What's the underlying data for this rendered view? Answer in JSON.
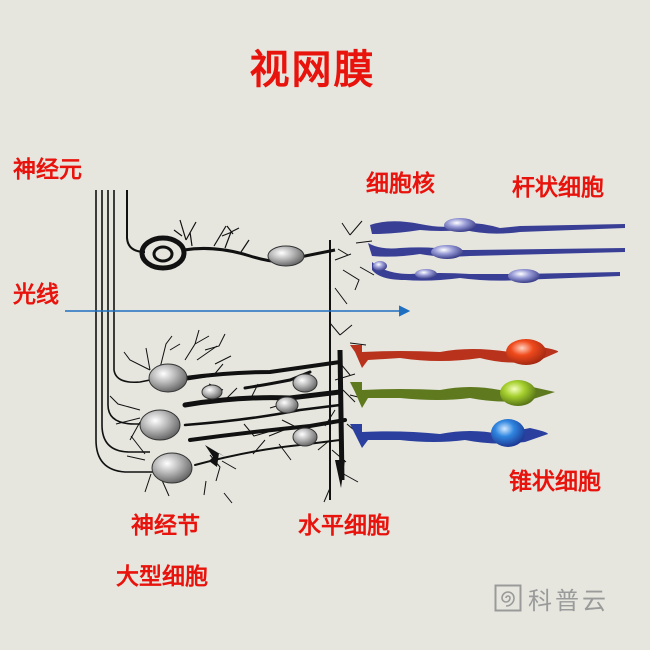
{
  "title": "视网膜",
  "labels": {
    "neuron": "神经元",
    "light": "光线",
    "nucleus": "细胞核",
    "rod_cell": "杆状细胞",
    "cone_cell": "锥状细胞",
    "ganglion_line1": "神经节",
    "ganglion_line2": "大型细胞",
    "horizontal_cell": "水平细胞"
  },
  "watermark": {
    "text": "科普云",
    "icon": "spiral-logo-icon"
  },
  "colors": {
    "background": "#e6e6df",
    "label": "#e8130c",
    "light_arrow": "#1f6fc0",
    "rod": "#3a3f96",
    "cone_red": "#b8321c",
    "cone_green": "#5f7a1e",
    "cone_blue": "#2a3f9e",
    "cell_body": "#9a9a9a"
  }
}
